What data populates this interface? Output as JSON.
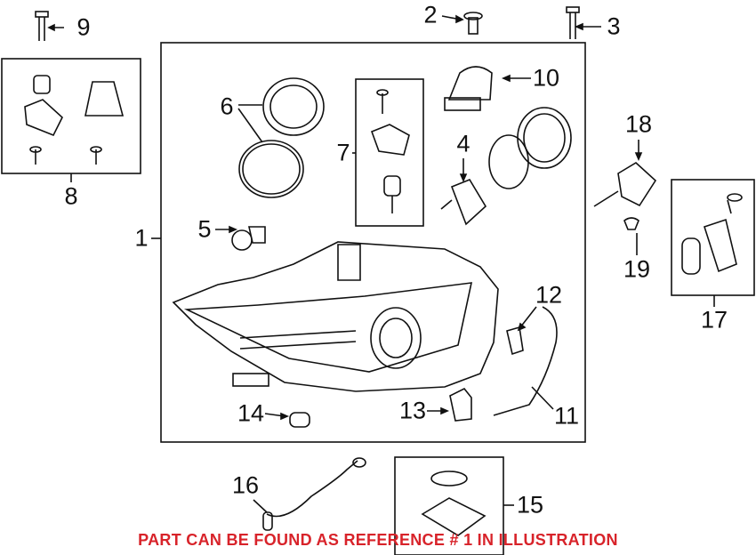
{
  "callouts": {
    "c1": "1",
    "c2": "2",
    "c3": "3",
    "c4": "4",
    "c5": "5",
    "c6": "6",
    "c7": "7",
    "c8": "8",
    "c9": "9",
    "c10": "10",
    "c11": "11",
    "c12": "12",
    "c13": "13",
    "c14": "14",
    "c15": "15",
    "c16": "16",
    "c17": "17",
    "c18": "18",
    "c19": "19"
  },
  "footer_note": "PART CAN BE FOUND AS REFERENCE # 1 IN ILLUSTRATION",
  "colors": {
    "note": "#d8232a",
    "lines": "#111111"
  }
}
